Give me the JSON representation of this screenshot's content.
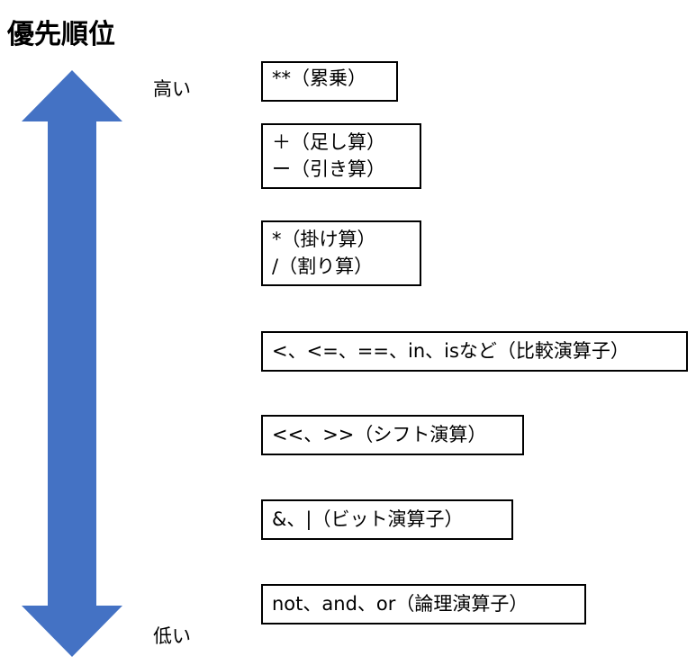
{
  "title": "優先順位",
  "axis": {
    "high_label": "高い",
    "low_label": "低い",
    "arrow_color": "#4472C4"
  },
  "levels": [
    {
      "lines": [
        "**（累乗）"
      ]
    },
    {
      "lines": [
        "＋（足し算）",
        "ー（引き算）"
      ]
    },
    {
      "lines": [
        "*（掛け算）",
        "/（割り算）"
      ]
    },
    {
      "lines": [
        "<、<=、==、in、isなど（比較演算子）"
      ]
    },
    {
      "lines": [
        "<<、>>（シフト演算）"
      ]
    },
    {
      "lines": [
        "&、|（ビット演算子）"
      ]
    },
    {
      "lines": [
        "not、and、or（論理演算子）"
      ]
    }
  ]
}
